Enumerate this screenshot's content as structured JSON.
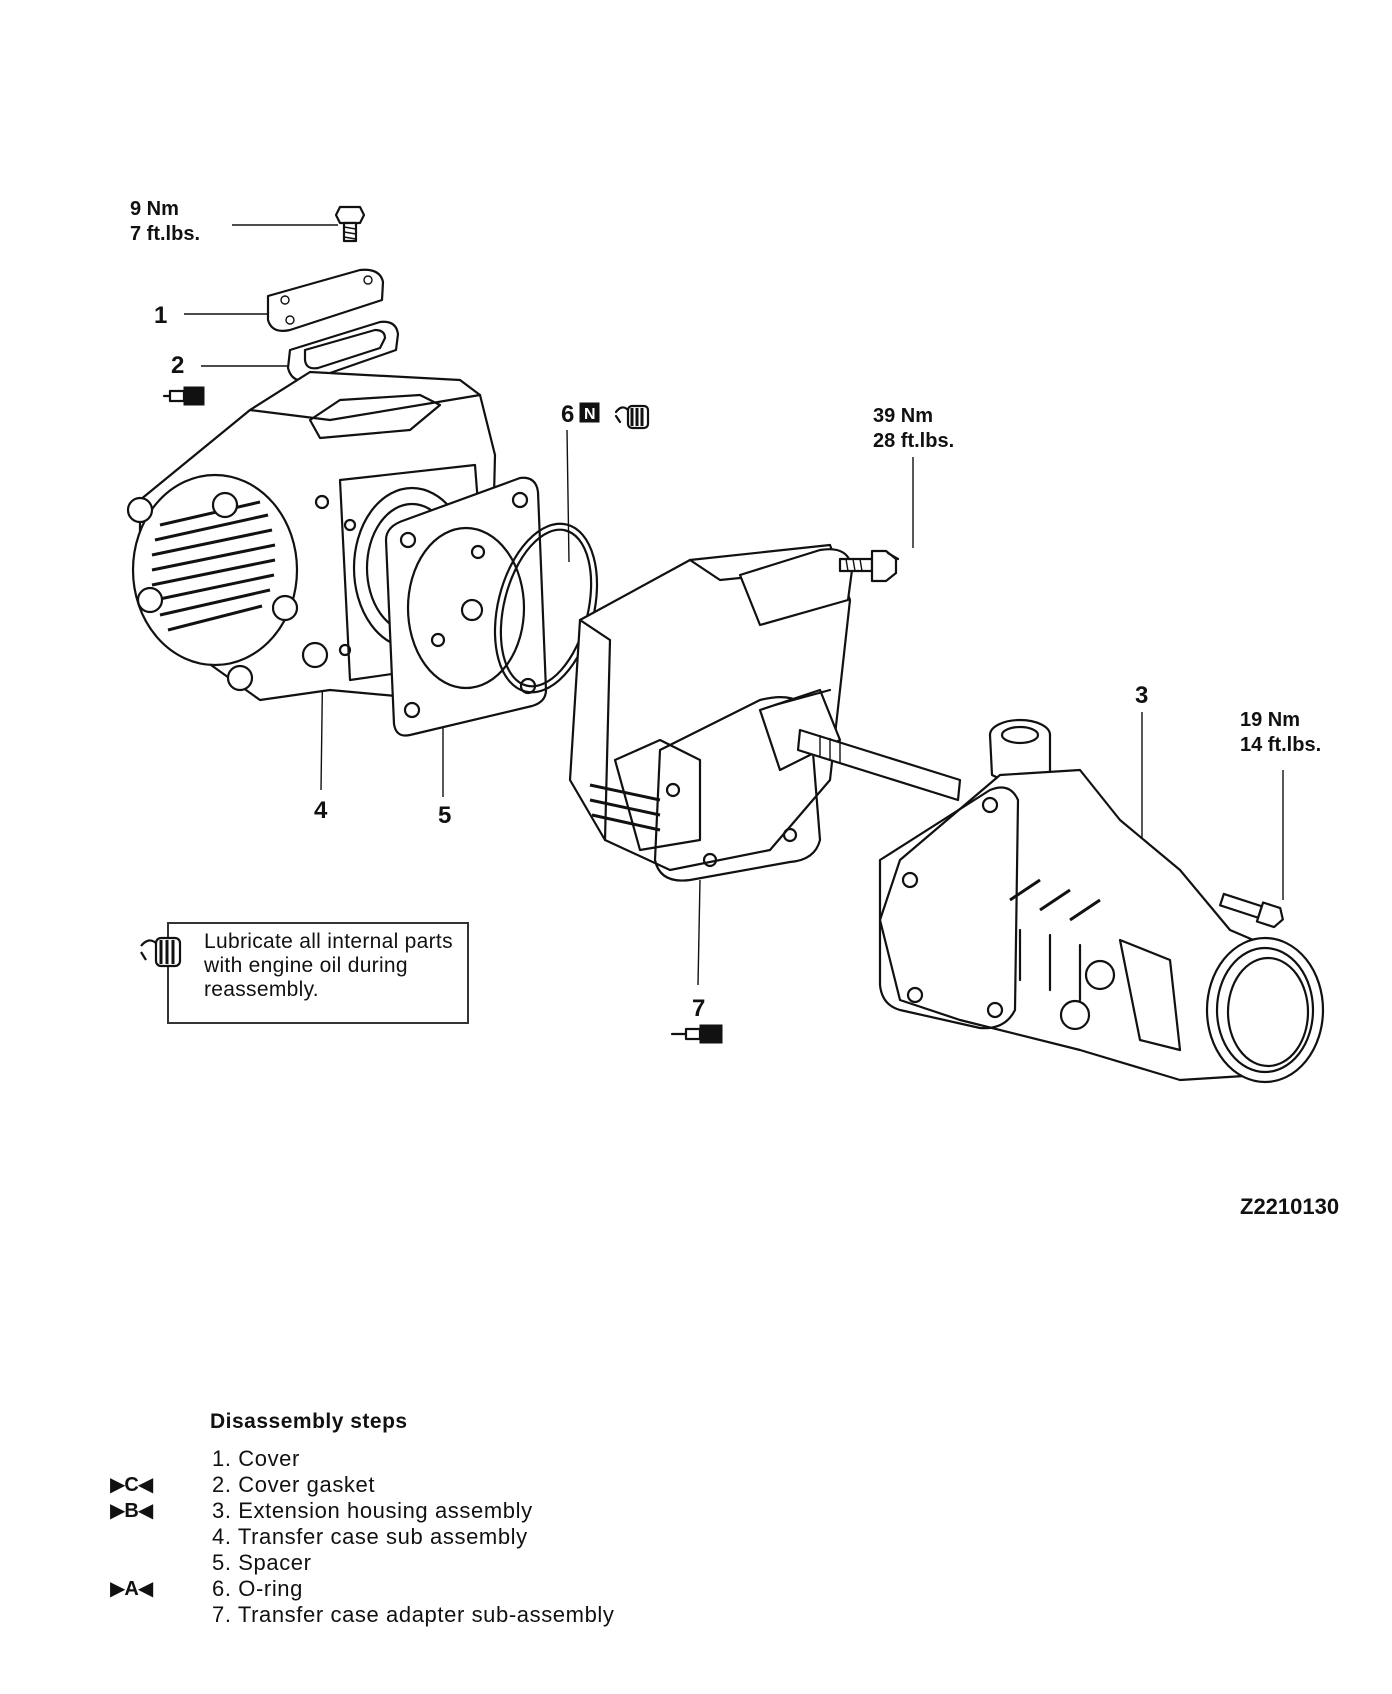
{
  "torque_specs": [
    {
      "id": "cover-bolt",
      "nm": "9 Nm",
      "ftlbs": "7 ft.lbs."
    },
    {
      "id": "adapter-bolt",
      "nm": "39 Nm",
      "ftlbs": "28 ft.lbs."
    },
    {
      "id": "extension-bolt",
      "nm": "19 Nm",
      "ftlbs": "14 ft.lbs."
    }
  ],
  "callouts": {
    "c1": "1",
    "c2": "2",
    "c3": "3",
    "c4": "4",
    "c5": "5",
    "c6": "6",
    "c7": "7"
  },
  "new_part_symbol": "N",
  "note": "Lubricate all internal parts with engine oil during reassembly.",
  "figure_code": "Z2210130",
  "steps": {
    "title": "Disassembly steps",
    "items": [
      {
        "mark": "",
        "text": "1. Cover"
      },
      {
        "mark": "▶C◀",
        "text": "2. Cover gasket"
      },
      {
        "mark": "▶B◀",
        "text": "3. Extension housing assembly"
      },
      {
        "mark": "",
        "text": "4. Transfer case sub assembly"
      },
      {
        "mark": "",
        "text": "5. Spacer"
      },
      {
        "mark": "▶A◀",
        "text": "6. O-ring"
      },
      {
        "mark": "",
        "text": "7. Transfer case adapter sub-assembly"
      }
    ]
  }
}
